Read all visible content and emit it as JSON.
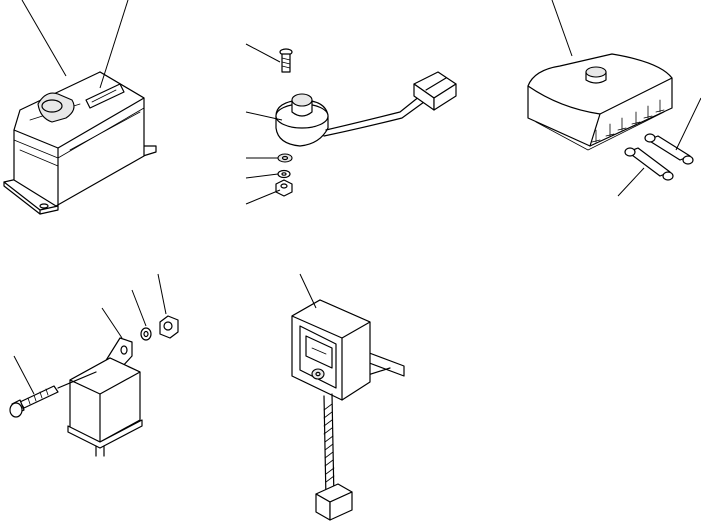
{
  "diagram": {
    "parts": [
      {
        "id": "box-switch",
        "icon": "switch-housing-icon"
      },
      {
        "id": "buzzer",
        "icon": "buzzer-icon"
      },
      {
        "id": "fuse-box",
        "icon": "fuse-box-icon"
      },
      {
        "id": "relay",
        "icon": "relay-icon"
      },
      {
        "id": "flasher-unit",
        "icon": "flasher-unit-icon"
      }
    ],
    "colors": {
      "line": "#000000",
      "background": "#ffffff"
    }
  }
}
